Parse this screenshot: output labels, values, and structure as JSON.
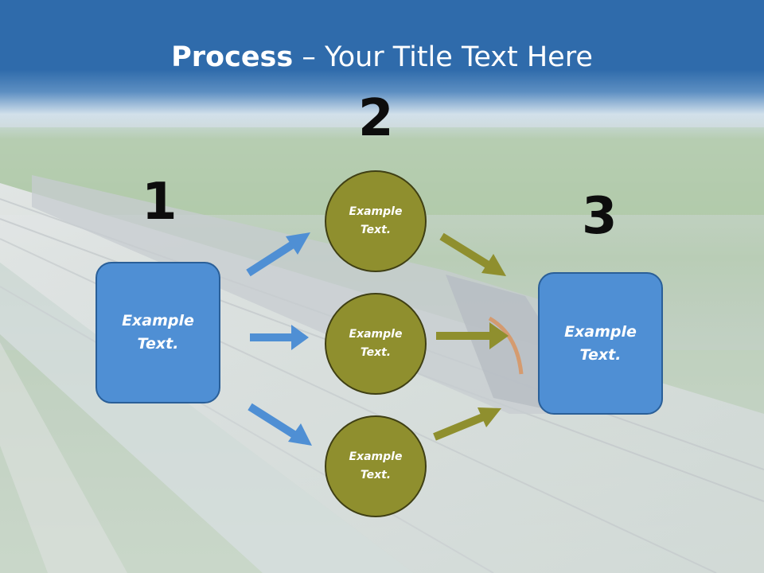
{
  "title": {
    "bold": "Process",
    "rest": " – Your Title Text Here"
  },
  "steps": [
    {
      "number": "1",
      "label_line1": "Example",
      "label_line2": "Text."
    },
    {
      "number": "2"
    },
    {
      "number": "3",
      "label_line1": "Example",
      "label_line2": "Text."
    }
  ],
  "circles": [
    {
      "label_line1": "Example",
      "label_line2": "Text."
    },
    {
      "label_line1": "Example",
      "label_line2": "Text."
    },
    {
      "label_line1": "Example",
      "label_line2": "Text."
    }
  ],
  "colors": {
    "header_blue": "#2f6bab",
    "box_blue": "#4f8fd4",
    "circle_olive": "#8f8f2e",
    "arrow_blue": "#4f8fd4",
    "arrow_olive": "#8f8f2e"
  }
}
